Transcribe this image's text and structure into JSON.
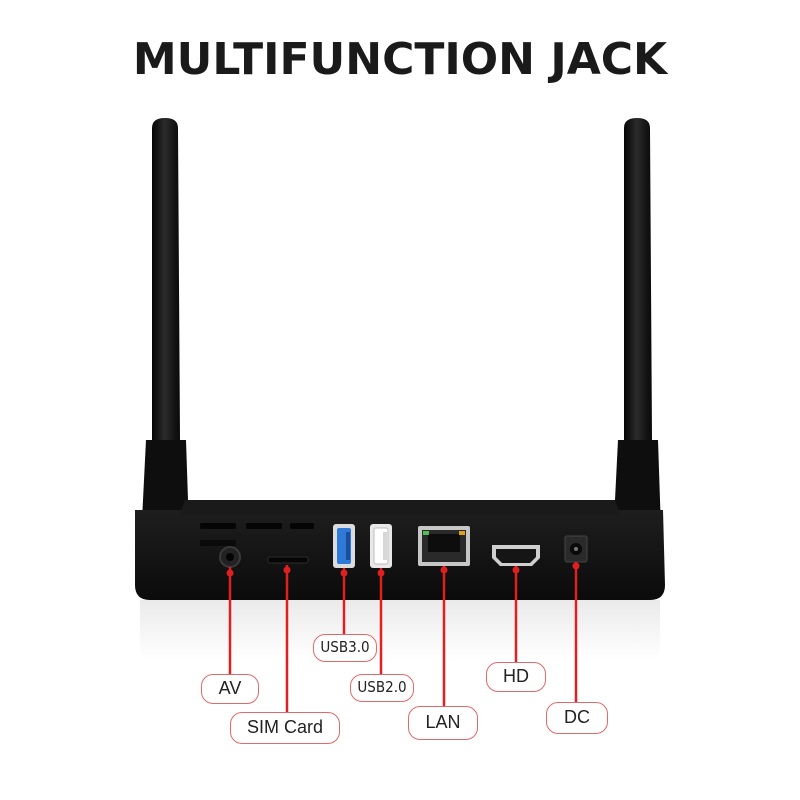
{
  "title": "MULTIFUNCTION JACK",
  "ports": {
    "av": "AV",
    "sim": "SIM Card",
    "usb3": "USB3.0",
    "usb2": "USB2.0",
    "lan": "LAN",
    "hd": "HD",
    "dc": "DC"
  },
  "colors": {
    "device_body": "#111111",
    "usb3_blue": "#2f7ad6",
    "pointer_red": "#e02020",
    "label_border": "#e06a6a"
  }
}
